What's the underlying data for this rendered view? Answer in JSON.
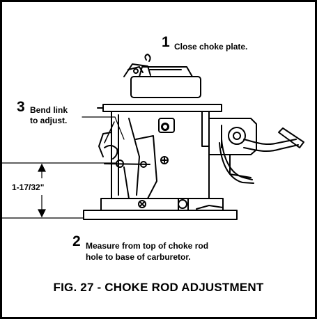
{
  "callouts": {
    "step1": {
      "number": "1",
      "text": "Close choke plate."
    },
    "step3": {
      "number": "3",
      "line1": "Bend link",
      "line2": "to adjust."
    },
    "step2": {
      "number": "2",
      "line1": "Measure from top of choke rod",
      "line2": "hole to base of carburetor."
    }
  },
  "dimension": {
    "label": "1-17/32\""
  },
  "figure": {
    "caption": "FIG. 27 - CHOKE ROD ADJUSTMENT"
  }
}
